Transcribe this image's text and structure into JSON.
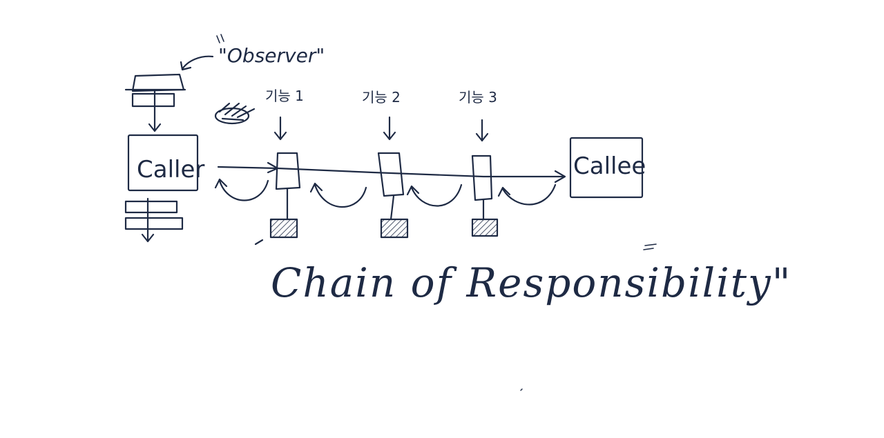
{
  "style": {
    "ink_color": "#1e2a44",
    "background": "#ffffff"
  },
  "labels": {
    "observer": "\"Observer\"",
    "caller": "Caller",
    "callee": "Callee",
    "handler_1": "기능 1",
    "handler_2": "기능 2",
    "handler_3": "기능 3",
    "pattern_title": "Chain of Responsibility\""
  }
}
